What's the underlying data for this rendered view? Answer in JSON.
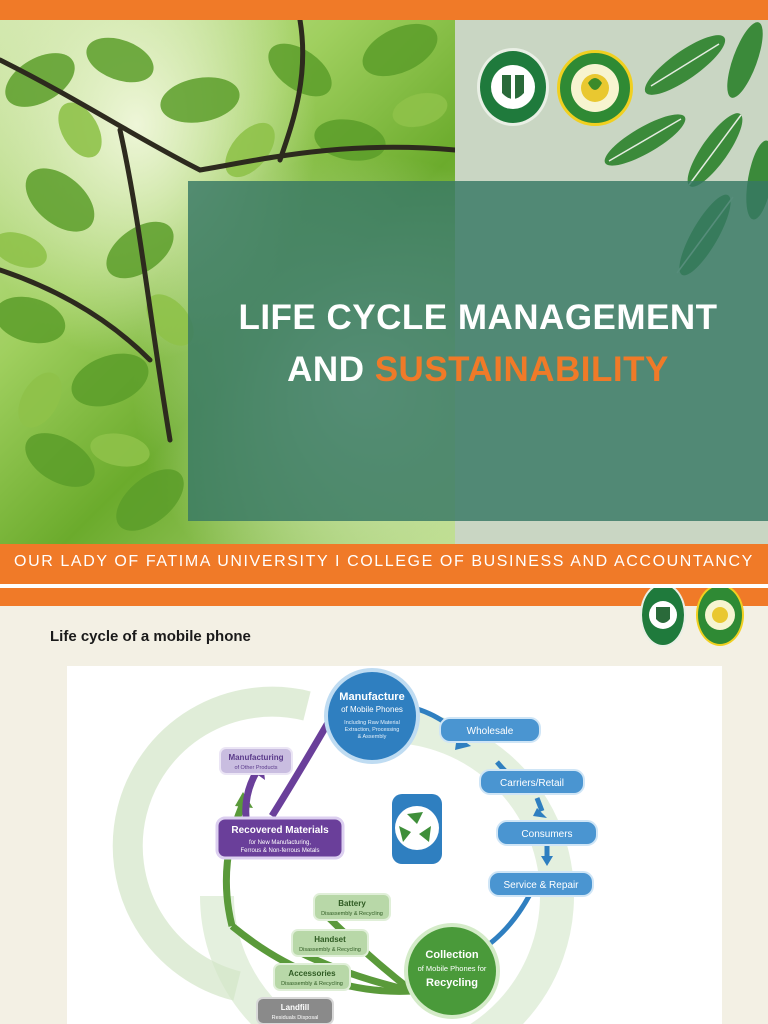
{
  "slide1": {
    "title_line1": "LIFE CYCLE MANAGEMENT",
    "title_line2_prefix": "AND ",
    "title_line2_highlight": "SUSTAINABILITY",
    "footer": "OUR LADY OF FATIMA UNIVERSITY  I  COLLEGE OF BUSINESS AND ACCOUNTANCY"
  },
  "slide2": {
    "heading": "Life cycle of a mobile phone",
    "diagram": {
      "manufacture_title": "Manufacture",
      "manufacture_sub": "of Mobile Phones",
      "manufacture_note1": "Including Raw Material",
      "manufacture_note2": "Extraction, Processing",
      "manufacture_note3": "& Assembly",
      "wholesale": "Wholesale",
      "carriers_retail": "Carriers/Retail",
      "consumers": "Consumers",
      "service_repair": "Service & Repair",
      "collection_title": "Collection",
      "collection_sub": "of Mobile Phones for",
      "collection_title2": "Recycling",
      "recovered_title": "Recovered Materials",
      "recovered_sub1": "for New Manufacturing,",
      "recovered_sub2": "Ferrous & Non-ferrous Metals",
      "manufacturing_other": "Manufacturing",
      "manufacturing_other_sub": "of Other Products",
      "battery": "Battery",
      "battery_sub": "Disassembly & Recycling",
      "handset": "Handset",
      "handset_sub": "Disassembly & Recycling",
      "accessories": "Accessories",
      "accessories_sub": "Disassembly & Recycling",
      "landfill": "Landfill",
      "landfill_sub": "Residuals Disposal"
    }
  },
  "colors": {
    "orange": "#f07a28",
    "teal_overlay": "#37786a",
    "blue": "#2f7fc0",
    "green": "#5a9a3a",
    "purple": "#6a3f9a"
  }
}
